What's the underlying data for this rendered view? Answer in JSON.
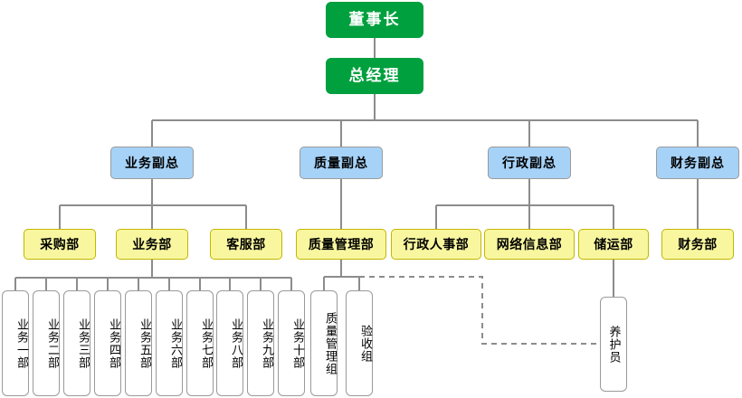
{
  "diagram": {
    "title": "",
    "colors": {
      "exec_fill": "#00a03e",
      "exec_text": "#ffffff",
      "vp_fill": "#a6d2f7",
      "vp_border": "#9a9a9a",
      "dept_fill": "#f8f79f",
      "dept_border": "#c4b600",
      "team_fill": "#ffffff",
      "team_border": "#9a9a9a",
      "connector": "#8c8c8c",
      "dashed_connector": "#8c8c8c"
    },
    "levels": {
      "executive": [
        {
          "id": "chairman",
          "label": "董事长"
        },
        {
          "id": "gm",
          "label": "总经理"
        }
      ],
      "vice_presidents": [
        {
          "id": "vp-business",
          "label": "业务副总"
        },
        {
          "id": "vp-quality",
          "label": "质量副总"
        },
        {
          "id": "vp-admin",
          "label": "行政副总"
        },
        {
          "id": "vp-finance",
          "label": "财务副总"
        }
      ],
      "departments": [
        {
          "id": "dept-purchasing",
          "label": "采购部"
        },
        {
          "id": "dept-business",
          "label": "业务部"
        },
        {
          "id": "dept-customer-service",
          "label": "客服部"
        },
        {
          "id": "dept-quality-management",
          "label": "质量管理部"
        },
        {
          "id": "dept-admin-hr",
          "label": "行政人事部"
        },
        {
          "id": "dept-network-info",
          "label": "网络信息部"
        },
        {
          "id": "dept-storage-transport",
          "label": "储运部"
        },
        {
          "id": "dept-finance",
          "label": "财务部"
        }
      ],
      "teams": [
        {
          "id": "team-business-1",
          "label": "业务一部"
        },
        {
          "id": "team-business-2",
          "label": "业务二部"
        },
        {
          "id": "team-business-3",
          "label": "业务三部"
        },
        {
          "id": "team-business-4",
          "label": "业务四部"
        },
        {
          "id": "team-business-5",
          "label": "业务五部"
        },
        {
          "id": "team-business-6",
          "label": "业务六部"
        },
        {
          "id": "team-business-7",
          "label": "业务七部"
        },
        {
          "id": "team-business-8",
          "label": "业务八部"
        },
        {
          "id": "team-business-9",
          "label": "业务九部"
        },
        {
          "id": "team-business-10",
          "label": "业务十部"
        },
        {
          "id": "team-quality-group",
          "label": "质量管理组"
        },
        {
          "id": "team-acceptance-group",
          "label": "验收组"
        },
        {
          "id": "team-maintainer",
          "label": "养护员"
        }
      ]
    }
  }
}
